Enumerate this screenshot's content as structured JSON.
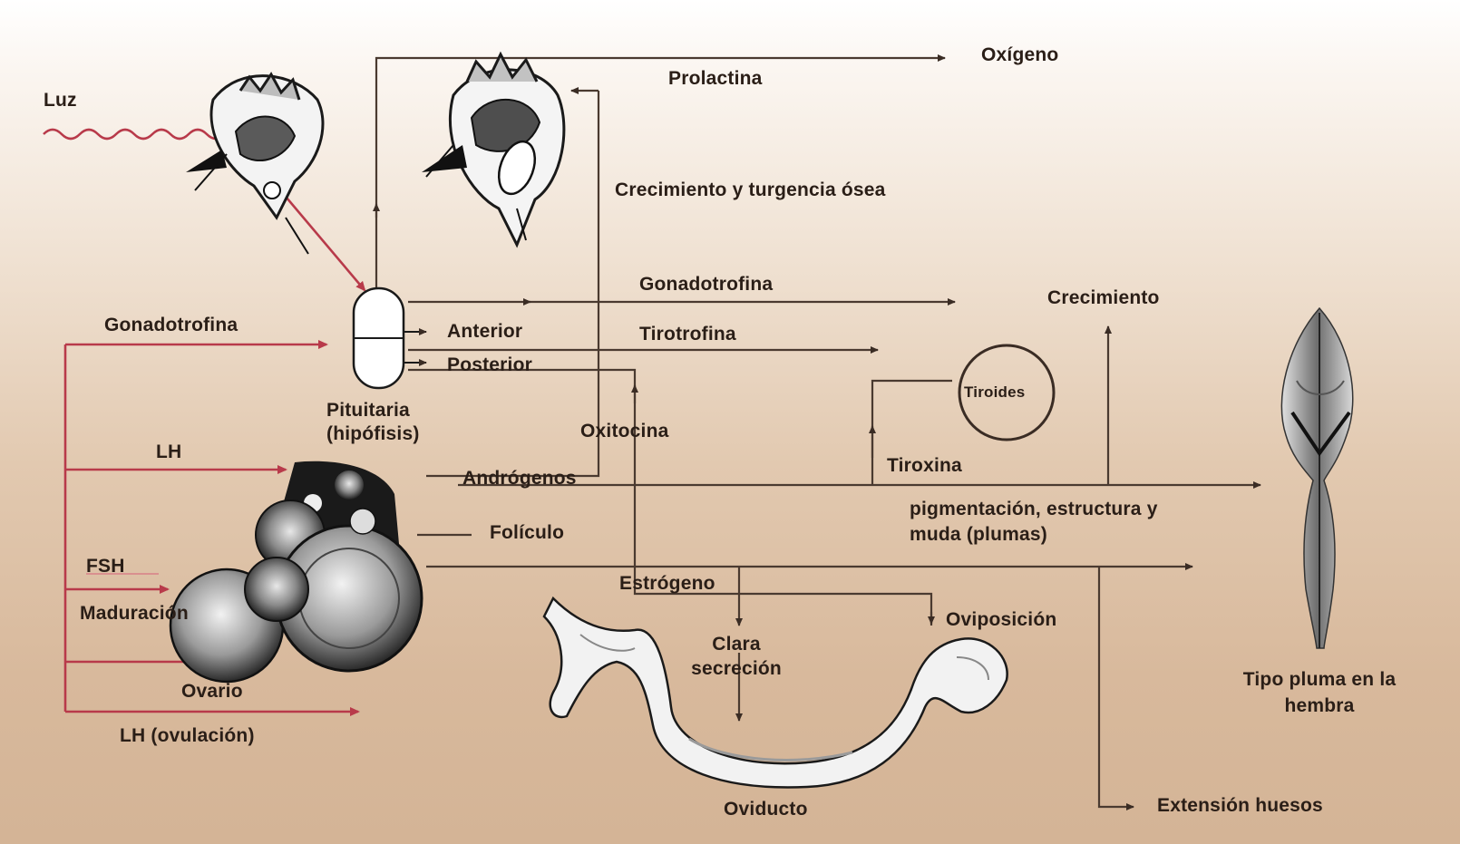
{
  "labels": {
    "luz": "Luz",
    "oxigeno": "Oxígeno",
    "prolactina": "Prolactina",
    "crecimiento_y_turgencia": "Crecimiento y turgencia ósea",
    "gonadotrofina_top": "Gonadotrofina",
    "crecimiento_right": "Crecimiento",
    "gonadotrofina_left": "Gonadotrofina",
    "anterior": "Anterior",
    "posterior": "Posterior",
    "tirotrofina": "Tirotrofina",
    "pituitaria": "Pituitaria (hipófisis)",
    "oxitocina": "Oxitocina",
    "tiroides": "Tiroides",
    "tiroxina": "Tiroxina",
    "lh": "LH",
    "androgenos": "Andrógenos",
    "foliculo": "Folículo",
    "pigmentacion": "pigmentación, estructura y muda (plumas)",
    "fsh": "FSH",
    "maduracion": "Maduración",
    "estrogeno": "Estrógeno",
    "oviposicion": "Oviposición",
    "clara_secrecion": "Clara secreción",
    "ovario": "Ovario",
    "lh_ovulacion": "LH (ovulación)",
    "tipo_pluma": "Tipo pluma en la hembra",
    "extension_huesos": "Extensión huesos",
    "oviducto": "Oviducto"
  },
  "colors": {
    "line": "#4a3a30",
    "red_line": "#b83a4a",
    "light_red": "#d77a86"
  },
  "icons": {
    "hen_head_left": "bird-head-icon",
    "hen_head_right": "bird-head-icon",
    "pituitary": "pituitary-gland-icon",
    "ovary": "ovary-icon",
    "oviduct": "oviduct-icon",
    "feather": "feather-icon",
    "thyroid": "thyroid-circle-icon"
  }
}
